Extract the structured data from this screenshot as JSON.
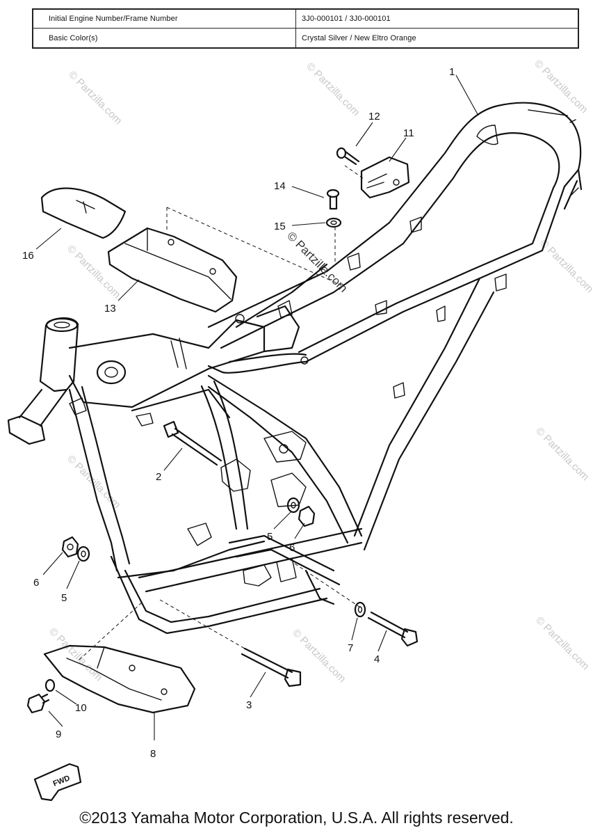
{
  "info_table": {
    "engine_label": "Initial Engine Number/Frame Number",
    "engine_value": "3J0-000101 / 3J0-000101",
    "color_label": "Basic Color(s)",
    "color_value": "Crystal Silver / New Eltro Orange"
  },
  "callouts": [
    "1",
    "2",
    "3",
    "4",
    "5",
    "5",
    "6",
    "6",
    "7",
    "8",
    "9",
    "10",
    "11",
    "12",
    "13",
    "14",
    "15",
    "16"
  ],
  "watermark": {
    "center_text": "© Partzilla.com",
    "tile_text": "© Partzilla.com"
  },
  "fwd_label": "FWD",
  "copyright": "©2013 Yamaha Motor Corporation, U.S.A. All rights reserved."
}
